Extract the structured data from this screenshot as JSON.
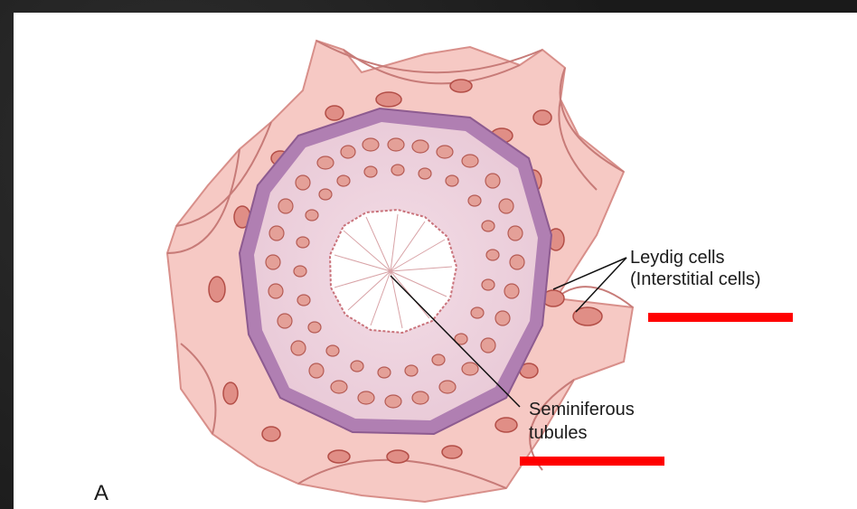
{
  "diagram": {
    "labels": {
      "leydig_line1": "Leydig cells",
      "leydig_line2": "(Interstitial cells)",
      "seminiferous_line1": "Seminiferous",
      "seminiferous_line2": "tubules",
      "panel_letter": "A"
    },
    "colors": {
      "background": "#1f1f1f",
      "panel": "#ffffff",
      "tissue_pink": "#f6c9c4",
      "membrane_purple": "#b07fb2",
      "cell_fill": "#e08e86",
      "cell_stroke": "#b34e47",
      "lumen": "#ffffff",
      "underline_red": "#ff0000"
    }
  }
}
